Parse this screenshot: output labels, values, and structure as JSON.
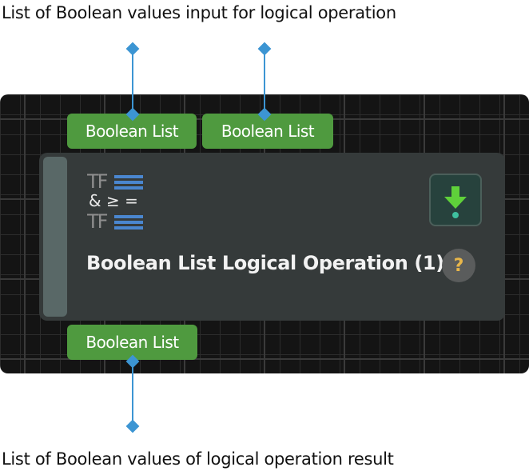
{
  "annotations": {
    "top_caption": "List of Boolean values input for logical operation",
    "bottom_caption": "List of Boolean values of logical operation result"
  },
  "node": {
    "title": "Boolean List Logical Operation (1)",
    "help_label": "?",
    "icon_text": {
      "top": "TF",
      "middle": "& ≥ =",
      "bottom": "TF"
    }
  },
  "ports": {
    "inputs": [
      "Boolean List",
      "Boolean List"
    ],
    "output": "Boolean List"
  },
  "colors": {
    "port_green": "#4f9a3f",
    "node_bg": "#353a3a",
    "annotation_blue": "#3c95d3",
    "run_icon_green": "#5fd13a",
    "help_question": "#e8b64a"
  },
  "icons": {
    "run_button": "run-step-icon",
    "help_button": "question-icon",
    "node_icon": "boolean-logic-icon"
  }
}
